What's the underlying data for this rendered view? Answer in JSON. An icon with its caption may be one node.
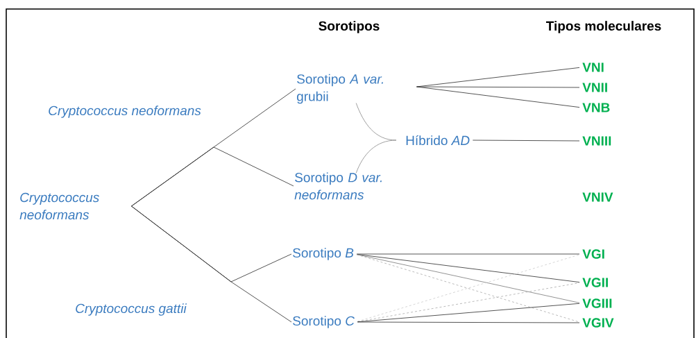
{
  "diagram": {
    "nodes": [
      {
        "text": [
          "Cryptococcus neoformans"
        ]
      },
      {
        "text": [
          "Sorotipo *A var.* grubii"
        ]
      },
      {
        "text": [
          "Híbrido *AD*"
        ]
      },
      {
        "text": [
          "Sorotipo *D var. neoformans*"
        ]
      },
      {
        "text": [
          "Sorotipo *B*"
        ]
      },
      {
        "text": [
          "Sorotipo *C*"
        ]
      },
      {
        "text": [
          "VNI"
        ]
      },
      {
        "text": [
          "VNII"
        ]
      },
      {
        "text": [
          "VNB"
        ]
      },
      {
        "text": [
          "VNIII"
        ]
      },
      {
        "text": [
          "VNIV"
        ]
      },
      {
        "text": [
          "VGI"
        ]
      },
      {
        "text": [
          "VGII"
        ]
      },
      {
        "text": [
          "VGIII"
        ]
      },
      {
        "text": [
          "VGIV"
        ]
      }
    ],
    "edges": [
      {
        "from": 0,
        "to": 1,
        "arrow": "none"
      },
      {
        "from": 0,
        "to": 3,
        "arrow": "none"
      },
      {
        "from": 0,
        "to": 4,
        "arrow": "none"
      },
      {
        "from": 0,
        "to": 5,
        "arrow": "none"
      },
      {
        "from": 1,
        "to": 2,
        "arrow": "none",
        "color": "#888888"
      },
      {
        "from": 3,
        "to": 2,
        "arrow": "none",
        "color": "#888888"
      },
      {
        "from": 1,
        "to": 6,
        "arrow": "none"
      },
      {
        "from": 1,
        "to": 7,
        "arrow": "none"
      },
      {
        "from": 1,
        "to": 8,
        "arrow": "none"
      },
      {
        "from": 2,
        "to": 9,
        "arrow": "none"
      },
      {
        "from": 4,
        "to": 11,
        "arrow": "none"
      },
      {
        "from": 4,
        "to": 12,
        "arrow": "none"
      },
      {
        "from": 4,
        "to": 13,
        "arrow": "none",
        "color": "#777777"
      },
      {
        "from": 4,
        "to": 14,
        "arrow": "none",
        "style": "dashed",
        "color": "#aaaaaa"
      },
      {
        "from": 5,
        "to": 11,
        "arrow": "none",
        "style": "dashed",
        "color": "#cccccc"
      },
      {
        "from": 5,
        "to": 12,
        "arrow": "none",
        "style": "dashed",
        "color": "#aaaaaa"
      },
      {
        "from": 5,
        "to": 13,
        "arrow": "none"
      },
      {
        "from": 5,
        "to": 14,
        "arrow": "none"
      }
    ],
    "labels": [
      "Sorotipos",
      "Tipos moleculares",
      "Cryptococcus neoformans",
      "Cryptococcus gattii"
    ]
  }
}
